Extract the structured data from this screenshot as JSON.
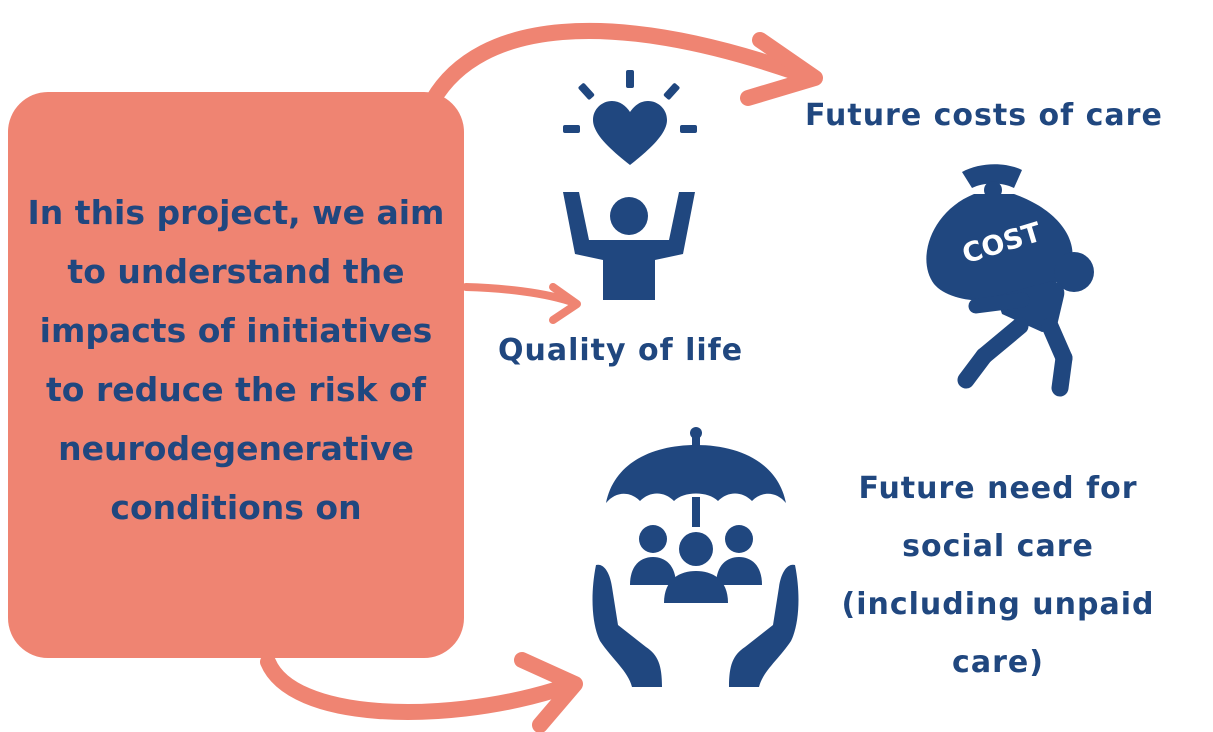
{
  "main_box": {
    "text": "In this project, we aim to understand the impacts of initiatives to reduce the risk of neurodegenerative conditions on"
  },
  "outcomes": {
    "future_costs": "Future costs of care",
    "quality_of_life": "Quality of life",
    "social_care": "Future need for social care (including unpaid care)"
  },
  "icons": {
    "quality_of_life": "person-with-heart-icon",
    "future_costs": "person-carrying-cost-bag-icon",
    "social_care": "hands-umbrella-family-icon",
    "cost_bag_text": "COST"
  },
  "colors": {
    "box": "#ef8472",
    "arrow": "#ef8472",
    "text": "#20477f"
  }
}
